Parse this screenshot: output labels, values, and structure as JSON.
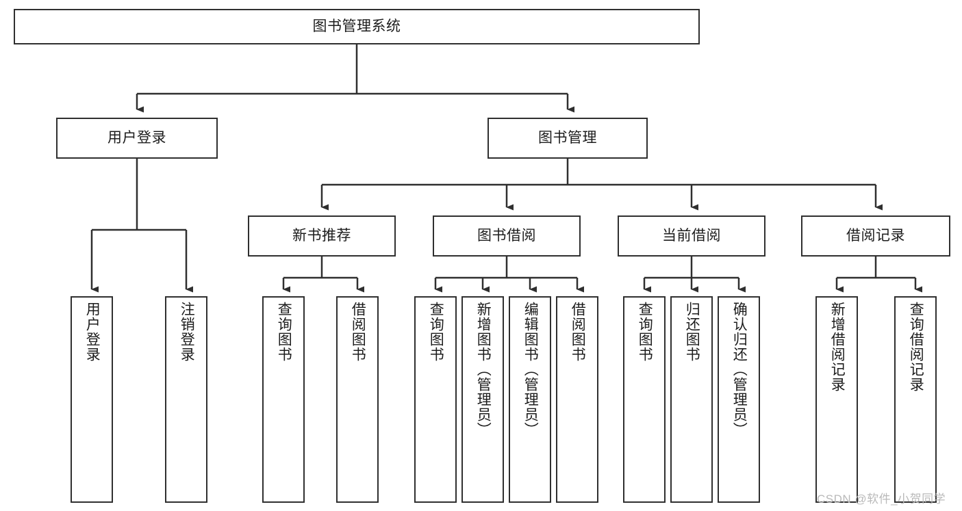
{
  "diagram": {
    "title": "图书管理系统",
    "type": "tree-hierarchy-diagram",
    "colors": {
      "border": "#2f2f2f",
      "background": "#ffffff",
      "text": "#1c1c1c",
      "connector": "#2f2f2f",
      "watermark": "#b9b9b9"
    },
    "root": {
      "label": "图书管理系统"
    },
    "level2": [
      {
        "label": "用户登录"
      },
      {
        "label": "图书管理"
      }
    ],
    "level3": [
      {
        "label": "新书推荐"
      },
      {
        "label": "图书借阅"
      },
      {
        "label": "当前借阅"
      },
      {
        "label": "借阅记录"
      }
    ],
    "leaves": {
      "user_login": [
        {
          "label": "用户登录"
        },
        {
          "label": "注销登录"
        }
      ],
      "new_book": [
        {
          "label": "查询图书"
        },
        {
          "label": "借阅图书"
        }
      ],
      "book_borrow": [
        {
          "label": "查询图书"
        },
        {
          "label": "新增图书（管理员）"
        },
        {
          "label": "编辑图书（管理员）"
        },
        {
          "label": "借阅图书"
        }
      ],
      "current_borrow": [
        {
          "label": "查询图书"
        },
        {
          "label": "归还图书"
        },
        {
          "label": "确认归还（管理员）"
        }
      ],
      "borrow_record": [
        {
          "label": "新增借阅记录"
        },
        {
          "label": "查询借阅记录"
        }
      ]
    },
    "watermark": "CSDN @软件_小贺同学"
  }
}
